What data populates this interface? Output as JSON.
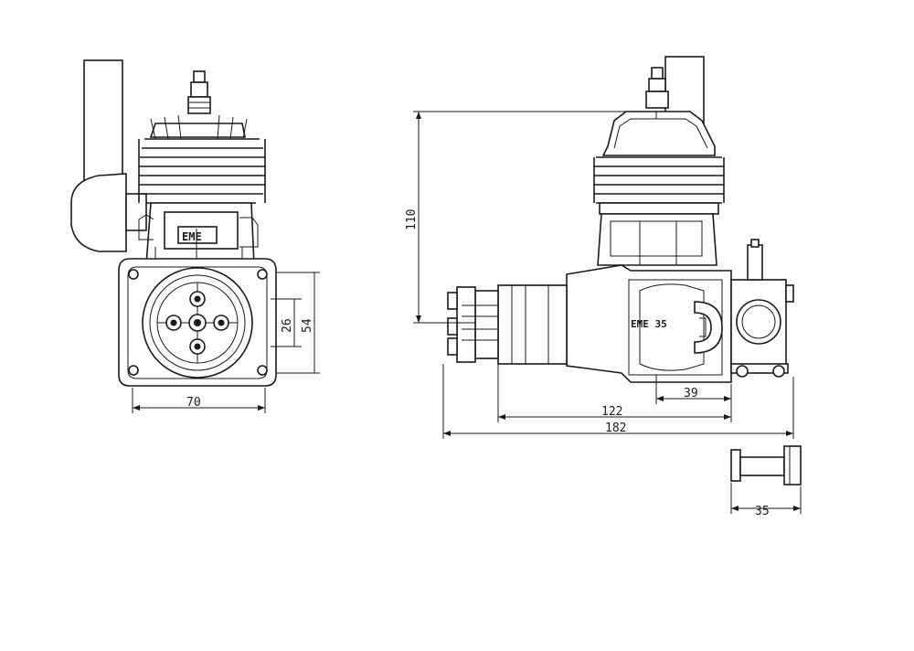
{
  "drawing": {
    "views": [
      {
        "name": "front-view",
        "label": "EME"
      },
      {
        "name": "side-view",
        "label": "EME 35"
      },
      {
        "name": "spacer-detail",
        "label": ""
      }
    ],
    "dimensions": {
      "front_width": "70",
      "front_bolt_spacing": "26",
      "front_mount_height": "54",
      "side_height": "110",
      "side_length_mount": "122",
      "side_length_total": "182",
      "side_carb_offset": "39",
      "spacer_length": "35"
    },
    "colors": {
      "ink": "#1a1a1a",
      "paper": "#fefefe"
    }
  }
}
